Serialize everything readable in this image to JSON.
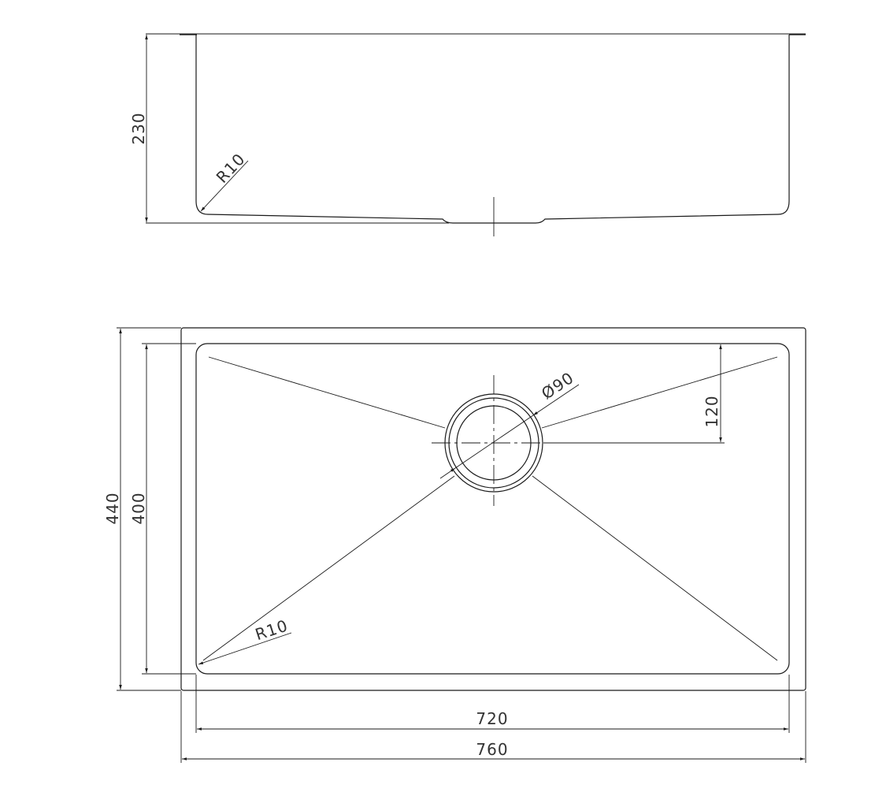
{
  "side_view": {
    "depth_label": "230",
    "radius_label": "R10"
  },
  "top_view": {
    "outer_depth_label": "440",
    "inner_depth_label": "400",
    "drain_offset_label": "120",
    "drain_diameter_label": "Ø90",
    "corner_radius_label": "R10",
    "inner_width_label": "720",
    "outer_width_label": "760"
  }
}
